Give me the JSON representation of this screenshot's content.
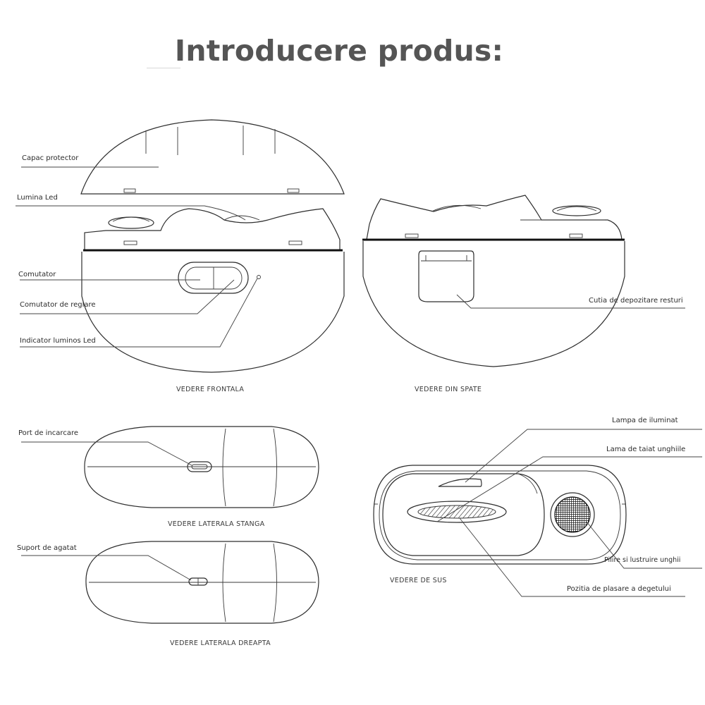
{
  "title": "Introducere produs:",
  "labels": {
    "capac_protector": "Capac protector",
    "lumina_led": "Lumina Led",
    "comutator": "Comutator",
    "comutator_reglare": "Comutator de reglare",
    "indicator_luminos": "Indicator luminos Led",
    "cutia_depozitare": "Cutia de depozitare resturi",
    "port_incarcare": "Port de incarcare",
    "suport_agatat": "Suport de agatat",
    "lampa_iluminat": "Lampa de iluminat",
    "lama_taiat": "Lama de taiat unghiile",
    "pilire": "Pilire si lustruire unghii",
    "pozitia_plasare": "Pozitia de plasare a degetului"
  },
  "views": {
    "frontala": "VEDERE FRONTALA",
    "din_spate": "VEDERE DIN SPATE",
    "laterala_stanga": "VEDERE LATERALA STANGA",
    "laterala_dreapta": "VEDERE LATERALA DREAPTA",
    "de_sus": "VEDERE DE SUS"
  }
}
